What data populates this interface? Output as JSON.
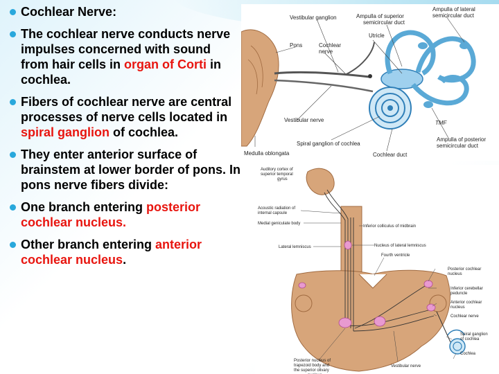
{
  "bullets": [
    {
      "parts": [
        "Cochlear Nerve:"
      ]
    },
    {
      "parts": [
        "The cochlear nerve conducts nerve impulses concerned with sound from hair cells in ",
        "organ of Corti",
        " in cochlea."
      ]
    },
    {
      "parts": [
        "Fibers of cochlear nerve are central processes of nerve cells located in  ",
        "spiral ganglion",
        " of  cochlea."
      ]
    },
    {
      "parts": [
        "They enter anterior surface of brainstem at lower border of pons. In pons nerve fibers divide:"
      ]
    },
    {
      "parts": [
        " One branch entering ",
        "posterior cochlear nucleus."
      ]
    },
    {
      "parts": [
        " Other branch entering ",
        "anterior cochlear nucleus",
        "."
      ]
    }
  ],
  "figure1": {
    "labels": {
      "vestibular_ganglion": "Vestibular ganglion",
      "ampulla_superior": "Ampulla of superior semicircular duct",
      "ampulla_lateral": "Ampulla of lateral semicircular duct",
      "pons": "Pons",
      "cochlear_nerve": "Cochlear nerve",
      "utricle": "Utricle",
      "vestibular_nerve": "Vestibular nerve",
      "spiral_ganglion": "Spiral ganglion of cochlea",
      "medulla": "Medulla oblongata",
      "cochlear_duct": "Cochlear duct",
      "ampulla_posterior": "Ampulla of posterior semicircular duct",
      "mark": "TMF"
    }
  },
  "figure2": {
    "labels": {
      "auditory_cortex": "Auditory cortex of superior temporal gyrus",
      "acoustic_radiation": "Acoustic radiation of internal capsule",
      "medial_geniculate": "Medial geniculate body",
      "inferior_colliculus": "Inferior colliculus of midbrain",
      "lateral_lemniscus": "Lateral lemniscus",
      "nucleus_lateral_lemniscus": "Nucleus of lateral lemniscus",
      "fourth_ventricle": "Fourth ventricle",
      "posterior_cochlear_nucleus": "Posterior cochlear nucleus",
      "inferior_cerebellar_peduncle": "Inferior cerebellar peduncle",
      "anterior_cochlear_nucleus": "Anterior cochlear nucleus",
      "cochlear_nerve": "Cochlear nerve",
      "spiral_ganglion": "Spiral ganglion of cochlea",
      "cochlea": "Cochlea",
      "posterior_nucleus_trapezoid": "Posterior nucleus of trapezoid body and the superior olivary nucleus",
      "vestibular_nerve": "Vestibular nerve"
    }
  },
  "colors": {
    "bullet": "#29a8dc",
    "emphasis": "#e8150f",
    "canal_blue": "#5aa9d6",
    "brainstem_tan": "#d7a57a"
  }
}
